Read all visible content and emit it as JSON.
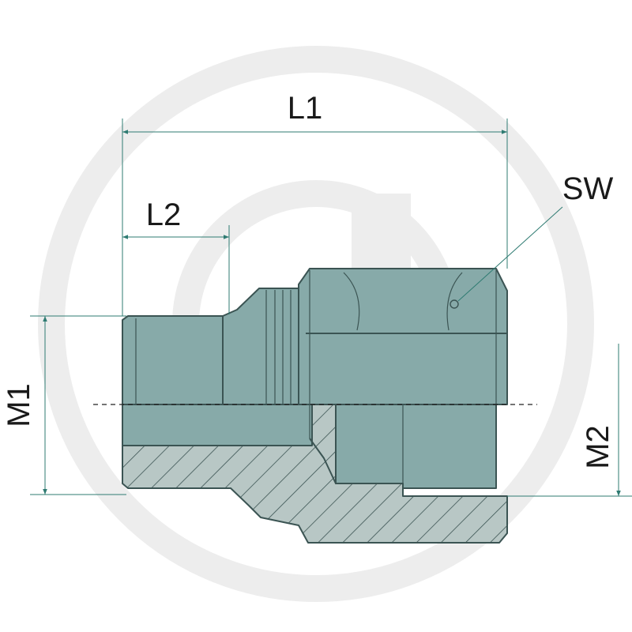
{
  "labels": {
    "l1": "L1",
    "l2": "L2",
    "sw": "SW",
    "m1": "M1",
    "m2": "M2"
  },
  "colors": {
    "body_fill": "#87aaa9",
    "body_stroke": "#3b5453",
    "section_fill": "#b8c7c5",
    "dimension_line": "#2f7b72",
    "watermark": "#ededed"
  }
}
